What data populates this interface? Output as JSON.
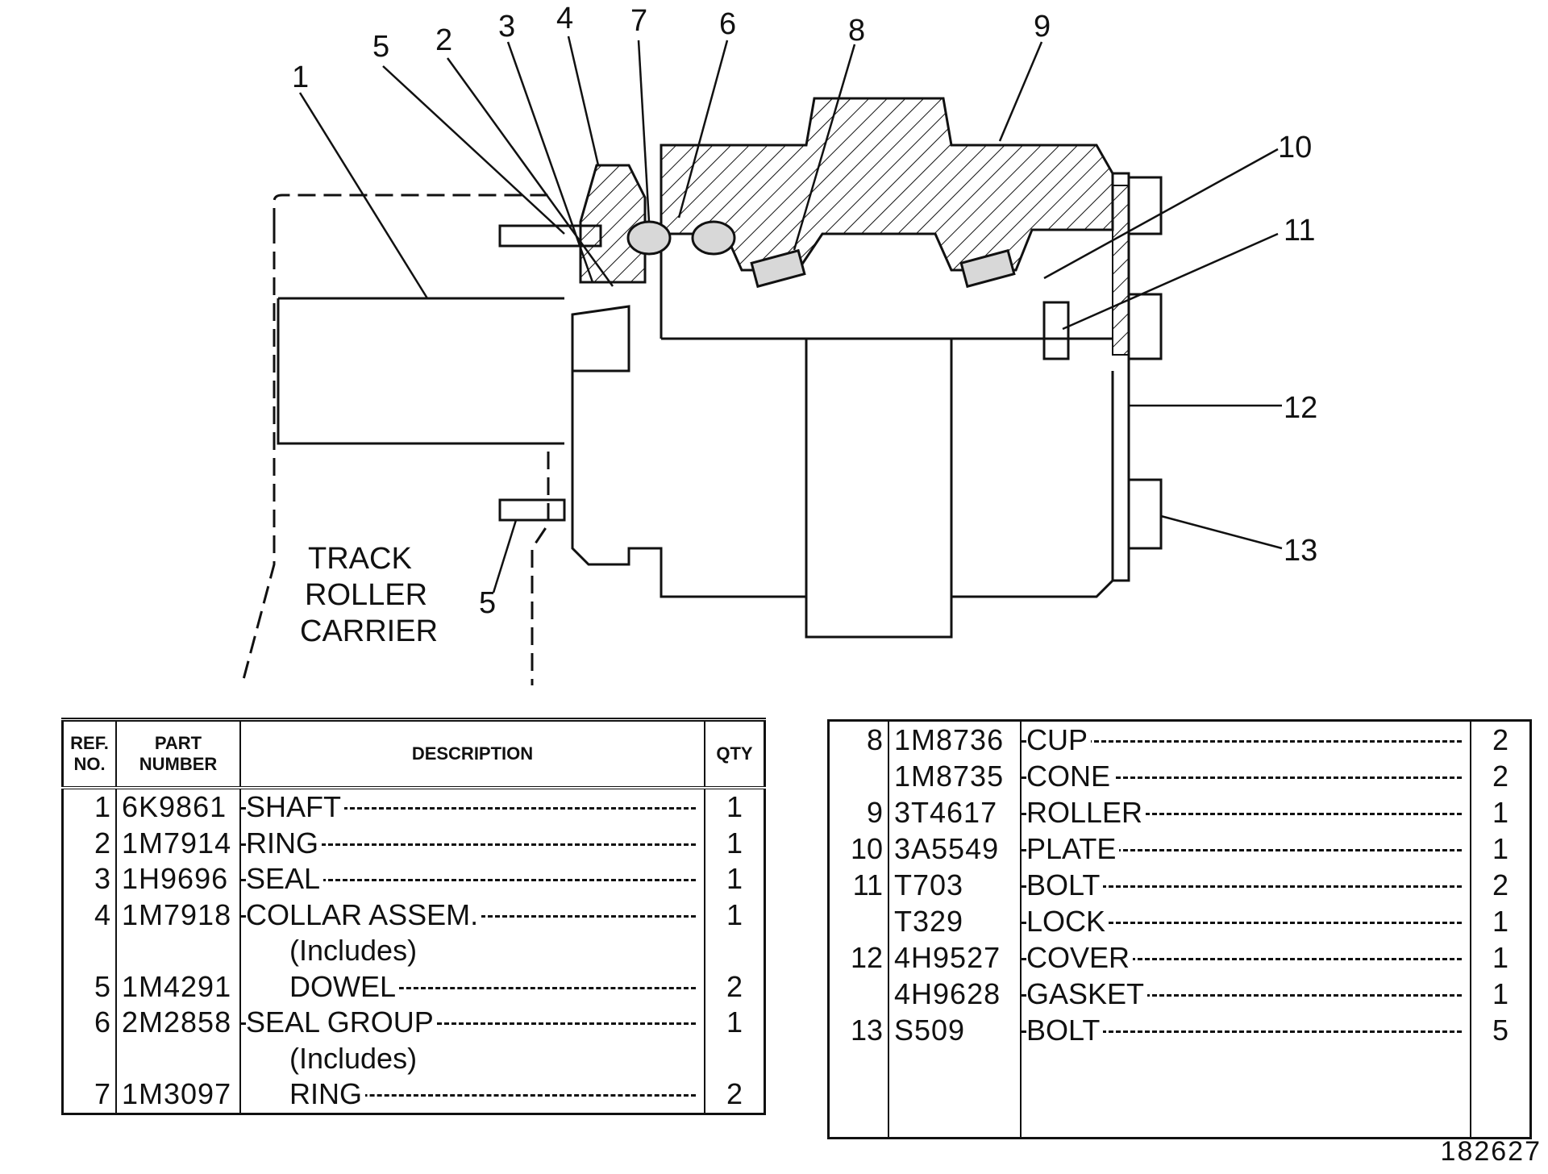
{
  "diagram": {
    "carrier_label_lines": [
      "TRACK",
      "ROLLER",
      "CARRIER"
    ],
    "callouts": [
      "1",
      "2",
      "3",
      "4",
      "5",
      "5",
      "6",
      "7",
      "8",
      "9",
      "10",
      "11",
      "12",
      "13"
    ]
  },
  "table_left": {
    "headers": {
      "ref": "REF. NO.",
      "part": "PART NUMBER",
      "description": "DESCRIPTION",
      "qty": "QTY"
    },
    "rows": [
      {
        "ref": "1",
        "part": "6K9861",
        "description": "SHAFT",
        "qty": "1"
      },
      {
        "ref": "2",
        "part": "1M7914",
        "description": "RING",
        "qty": "1"
      },
      {
        "ref": "3",
        "part": "1H9696",
        "description": "SEAL",
        "qty": "1"
      },
      {
        "ref": "4",
        "part": "1M7918",
        "description": "COLLAR ASSEM.",
        "qty": "1"
      },
      {
        "ref": "",
        "part": "",
        "description": "(Includes)",
        "qty": ""
      },
      {
        "ref": "5",
        "part": "1M4291",
        "description": "DOWEL",
        "qty": "2"
      },
      {
        "ref": "6",
        "part": "2M2858",
        "description": "SEAL GROUP",
        "qty": "1"
      },
      {
        "ref": "",
        "part": "",
        "description": "(Includes)",
        "qty": ""
      },
      {
        "ref": "7",
        "part": "1M3097",
        "description": "RING",
        "qty": "2"
      }
    ]
  },
  "table_right": {
    "rows": [
      {
        "ref": "8",
        "part": "1M8736",
        "description": "CUP",
        "qty": "2"
      },
      {
        "ref": "",
        "part": "1M8735",
        "description": "CONE",
        "qty": "2"
      },
      {
        "ref": "9",
        "part": "3T4617",
        "description": "ROLLER",
        "qty": "1"
      },
      {
        "ref": "10",
        "part": "3A5549",
        "description": "PLATE",
        "qty": "1"
      },
      {
        "ref": "11",
        "part": "T703",
        "description": "BOLT",
        "qty": "2"
      },
      {
        "ref": "",
        "part": "T329",
        "description": "LOCK",
        "qty": "1"
      },
      {
        "ref": "12",
        "part": "4H9527",
        "description": "COVER",
        "qty": "1"
      },
      {
        "ref": "",
        "part": "4H9628",
        "description": "GASKET",
        "qty": "1"
      },
      {
        "ref": "13",
        "part": "S509",
        "description": "BOLT",
        "qty": "5"
      }
    ]
  },
  "document_number": "182627"
}
